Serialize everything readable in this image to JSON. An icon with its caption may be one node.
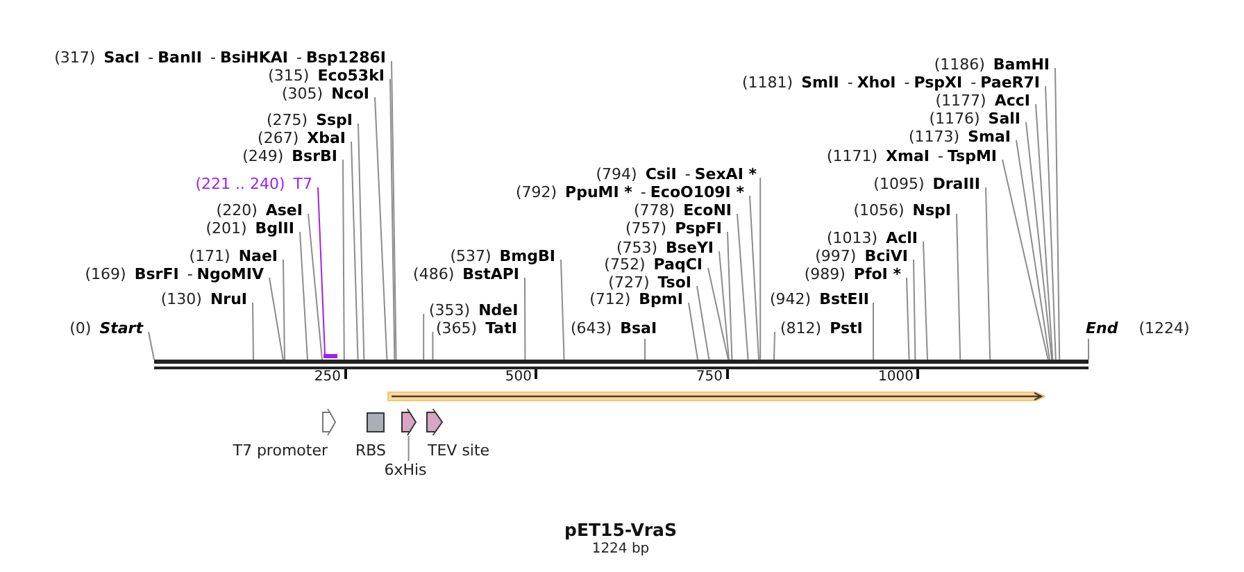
{
  "diagram": {
    "title": "pET15-VraS",
    "caption": "1224 bp",
    "nodes": [
      {
        "text": [
          "(317)",
          "SacI",
          "-",
          "BanII",
          "-",
          "BsiHKAI",
          "-",
          "Bsp1286I"
        ]
      },
      {
        "text": [
          "(1186)",
          "BamHI"
        ]
      },
      {
        "text": [
          "(315)",
          "Eco53kI"
        ]
      },
      {
        "text": [
          "(1181)",
          "SmlI",
          "-",
          "XhoI",
          "-",
          "PspXI",
          "-",
          "PaeR7I"
        ]
      },
      {
        "text": [
          "(305)",
          "NcoI"
        ]
      },
      {
        "text": [
          "(1177)",
          "AccI"
        ]
      },
      {
        "text": [
          "(1176)",
          "SalI"
        ]
      },
      {
        "text": [
          "(275)",
          "SspI"
        ]
      },
      {
        "text": [
          "(1173)",
          "SmaI"
        ]
      },
      {
        "text": [
          "(267)",
          "XbaI"
        ]
      },
      {
        "text": [
          "(249)",
          "BsrBI"
        ]
      },
      {
        "text": [
          "(1171)",
          "XmaI",
          "-",
          "TspMI"
        ]
      },
      {
        "text": [
          "(794)",
          "CsiI",
          "-",
          "SexAI *"
        ]
      },
      {
        "text": [
          "(221 .. 240)",
          "T7"
        ]
      },
      {
        "text": [
          "(1095)",
          "DraIII"
        ]
      },
      {
        "text": [
          "(792)",
          "PpuMI *",
          "-",
          "EcoO109I *"
        ]
      },
      {
        "text": [
          "(220)",
          "AseI"
        ]
      },
      {
        "text": [
          "(778)",
          "EcoNI"
        ]
      },
      {
        "text": [
          "(1056)",
          "NspI"
        ]
      },
      {
        "text": [
          "(201)",
          "BglII"
        ]
      },
      {
        "text": [
          "(757)",
          "PspFI"
        ]
      },
      {
        "text": [
          "(1013)",
          "AclI"
        ]
      },
      {
        "text": [
          "(753)",
          "BseYI"
        ]
      },
      {
        "text": [
          "(171)",
          "NaeI"
        ]
      },
      {
        "text": [
          "(537)",
          "BmgBI"
        ]
      },
      {
        "text": [
          "(997)",
          "BciVI"
        ]
      },
      {
        "text": [
          "(752)",
          "PaqCI"
        ]
      },
      {
        "text": [
          "(169)",
          "BsrFI",
          "-",
          "NgoMIV"
        ]
      },
      {
        "text": [
          "(486)",
          "BstAPI"
        ]
      },
      {
        "text": [
          "(989)",
          "PfoI *"
        ]
      },
      {
        "text": [
          "(727)",
          "TsoI"
        ]
      },
      {
        "text": [
          "(130)",
          "NruI"
        ]
      },
      {
        "text": [
          "(712)",
          "BpmI"
        ]
      },
      {
        "text": [
          "(942)",
          "BstEII"
        ]
      },
      {
        "text": [
          "(353)",
          "NdeI"
        ]
      },
      {
        "text": [
          "(0)",
          "Start"
        ]
      },
      {
        "text": [
          "(365)",
          "TatI"
        ]
      },
      {
        "text": [
          "(643)",
          "BsaI"
        ]
      },
      {
        "text": [
          "(812)",
          "PstI"
        ]
      },
      {
        "text": [
          "End",
          "(1224)"
        ]
      },
      {
        "text": [],
        "shape": "bar"
      },
      {
        "text": [],
        "shape": "bar"
      },
      {
        "text": [],
        "shape": "arrow"
      },
      {
        "text": [
          "T7 promoter"
        ]
      },
      {
        "text": [
          "RBS"
        ]
      },
      {
        "text": [],
        "shape": "arrow"
      },
      {
        "text": [
          "TEV site"
        ]
      },
      {
        "text": [
          "6xHis"
        ]
      }
    ],
    "edges": [
      {
        "from": 0,
        "to": 40,
        "arrow": "none"
      },
      {
        "from": 1,
        "to": 40,
        "arrow": "none"
      },
      {
        "from": 2,
        "to": 40,
        "arrow": "none"
      },
      {
        "from": 3,
        "to": 40,
        "arrow": "none"
      },
      {
        "from": 4,
        "to": 40,
        "arrow": "none"
      },
      {
        "from": 5,
        "to": 40,
        "arrow": "none"
      },
      {
        "from": 6,
        "to": 40,
        "arrow": "none"
      },
      {
        "from": 7,
        "to": 40,
        "arrow": "none"
      },
      {
        "from": 8,
        "to": 40,
        "arrow": "none"
      },
      {
        "from": 9,
        "to": 40,
        "arrow": "none"
      },
      {
        "from": 10,
        "to": 40,
        "arrow": "none"
      },
      {
        "from": 11,
        "to": 40,
        "arrow": "none"
      },
      {
        "from": 12,
        "to": 40,
        "arrow": "none"
      },
      {
        "from": 13,
        "to": 41,
        "arrow": "none",
        "color": "#a020f0"
      },
      {
        "from": 14,
        "to": 40,
        "arrow": "none"
      },
      {
        "from": 15,
        "to": 40,
        "arrow": "none"
      },
      {
        "from": 16,
        "to": 40,
        "arrow": "none"
      },
      {
        "from": 17,
        "to": 40,
        "arrow": "none"
      },
      {
        "from": 18,
        "to": 40,
        "arrow": "none"
      },
      {
        "from": 19,
        "to": 40,
        "arrow": "none"
      },
      {
        "from": 20,
        "to": 40,
        "arrow": "none"
      },
      {
        "from": 21,
        "to": 40,
        "arrow": "none"
      },
      {
        "from": 22,
        "to": 40,
        "arrow": "none"
      },
      {
        "from": 23,
        "to": 40,
        "arrow": "none"
      },
      {
        "from": 24,
        "to": 40,
        "arrow": "none"
      },
      {
        "from": 25,
        "to": 40,
        "arrow": "none"
      },
      {
        "from": 26,
        "to": 40,
        "arrow": "none"
      },
      {
        "from": 27,
        "to": 40,
        "arrow": "none"
      },
      {
        "from": 28,
        "to": 40,
        "arrow": "none"
      },
      {
        "from": 29,
        "to": 40,
        "arrow": "none"
      },
      {
        "from": 30,
        "to": 40,
        "arrow": "none"
      },
      {
        "from": 31,
        "to": 40,
        "arrow": "none"
      },
      {
        "from": 32,
        "to": 40,
        "arrow": "none"
      },
      {
        "from": 33,
        "to": 40,
        "arrow": "none"
      },
      {
        "from": 34,
        "to": 40,
        "arrow": "none"
      },
      {
        "from": 35,
        "to": 40,
        "arrow": "none"
      },
      {
        "from": 36,
        "to": 40,
        "arrow": "none"
      },
      {
        "from": 37,
        "to": 40,
        "arrow": "none"
      },
      {
        "from": 38,
        "to": 40,
        "arrow": "none"
      },
      {
        "from": 39,
        "to": 40,
        "arrow": "none"
      },
      {
        "from": 47,
        "to": 45,
        "arrow": "none"
      }
    ],
    "labels": [
      "250",
      "500",
      "750",
      "1000"
    ]
  }
}
